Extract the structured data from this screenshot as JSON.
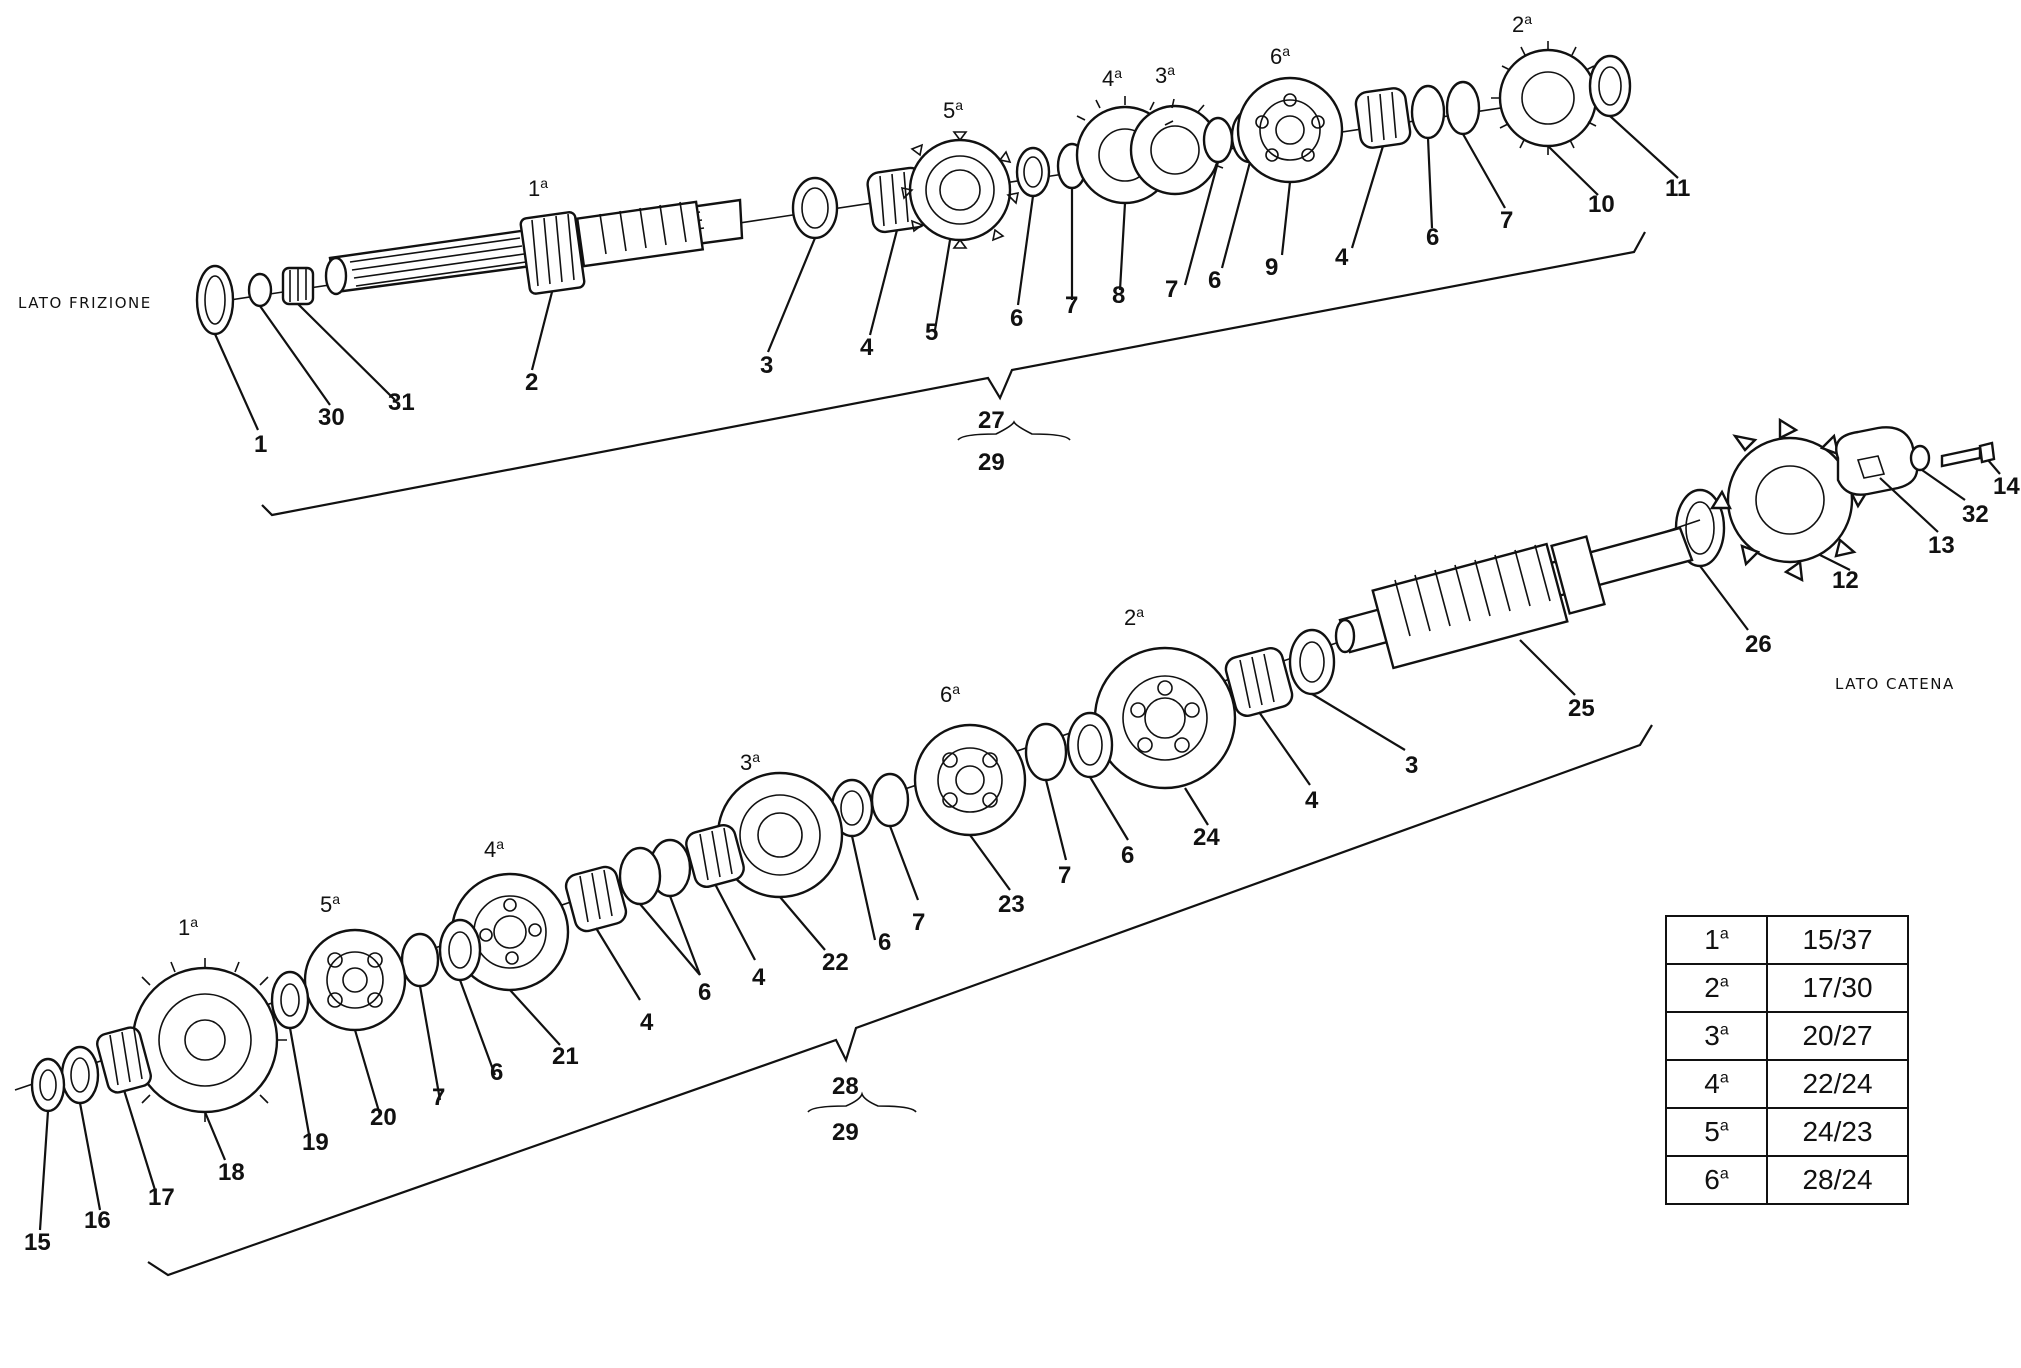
{
  "side_labels": {
    "clutch_side": "LATO FRIZIONE",
    "chain_side": "LATO CATENA"
  },
  "gear_markers": {
    "upper_1": {
      "n": "1",
      "sup": "a"
    },
    "upper_5": {
      "n": "5",
      "sup": "a"
    },
    "upper_4": {
      "n": "4",
      "sup": "a"
    },
    "upper_3": {
      "n": "3",
      "sup": "a"
    },
    "upper_6": {
      "n": "6",
      "sup": "a"
    },
    "upper_2": {
      "n": "2",
      "sup": "a"
    },
    "lower_2": {
      "n": "2",
      "sup": "a"
    },
    "lower_6": {
      "n": "6",
      "sup": "a"
    },
    "lower_3": {
      "n": "3",
      "sup": "a"
    },
    "lower_4": {
      "n": "4",
      "sup": "a"
    },
    "lower_5": {
      "n": "5",
      "sup": "a"
    },
    "lower_1": {
      "n": "1",
      "sup": "a"
    }
  },
  "callouts": {
    "upper": [
      "1",
      "30",
      "31",
      "2",
      "3",
      "4",
      "5",
      "6",
      "7",
      "8",
      "7",
      "6",
      "9",
      "4",
      "6",
      "7",
      "10",
      "11"
    ],
    "upper_assembly": [
      "27",
      "29"
    ],
    "sprocket": [
      "26",
      "12",
      "13",
      "32",
      "14"
    ],
    "lower": [
      "25",
      "3",
      "4",
      "24",
      "6",
      "7",
      "23",
      "7",
      "6",
      "22",
      "4",
      "6",
      "4",
      "21",
      "6",
      "7",
      "20",
      "19",
      "18",
      "17",
      "16",
      "15"
    ],
    "lower_assembly": [
      "28",
      "29"
    ]
  },
  "ratio_table": {
    "rows": [
      {
        "gear": "1",
        "sup": "a",
        "ratio": "15/37"
      },
      {
        "gear": "2",
        "sup": "a",
        "ratio": "17/30"
      },
      {
        "gear": "3",
        "sup": "a",
        "ratio": "20/27"
      },
      {
        "gear": "4",
        "sup": "a",
        "ratio": "22/24"
      },
      {
        "gear": "5",
        "sup": "a",
        "ratio": "24/23"
      },
      {
        "gear": "6",
        "sup": "a",
        "ratio": "28/24"
      }
    ]
  }
}
